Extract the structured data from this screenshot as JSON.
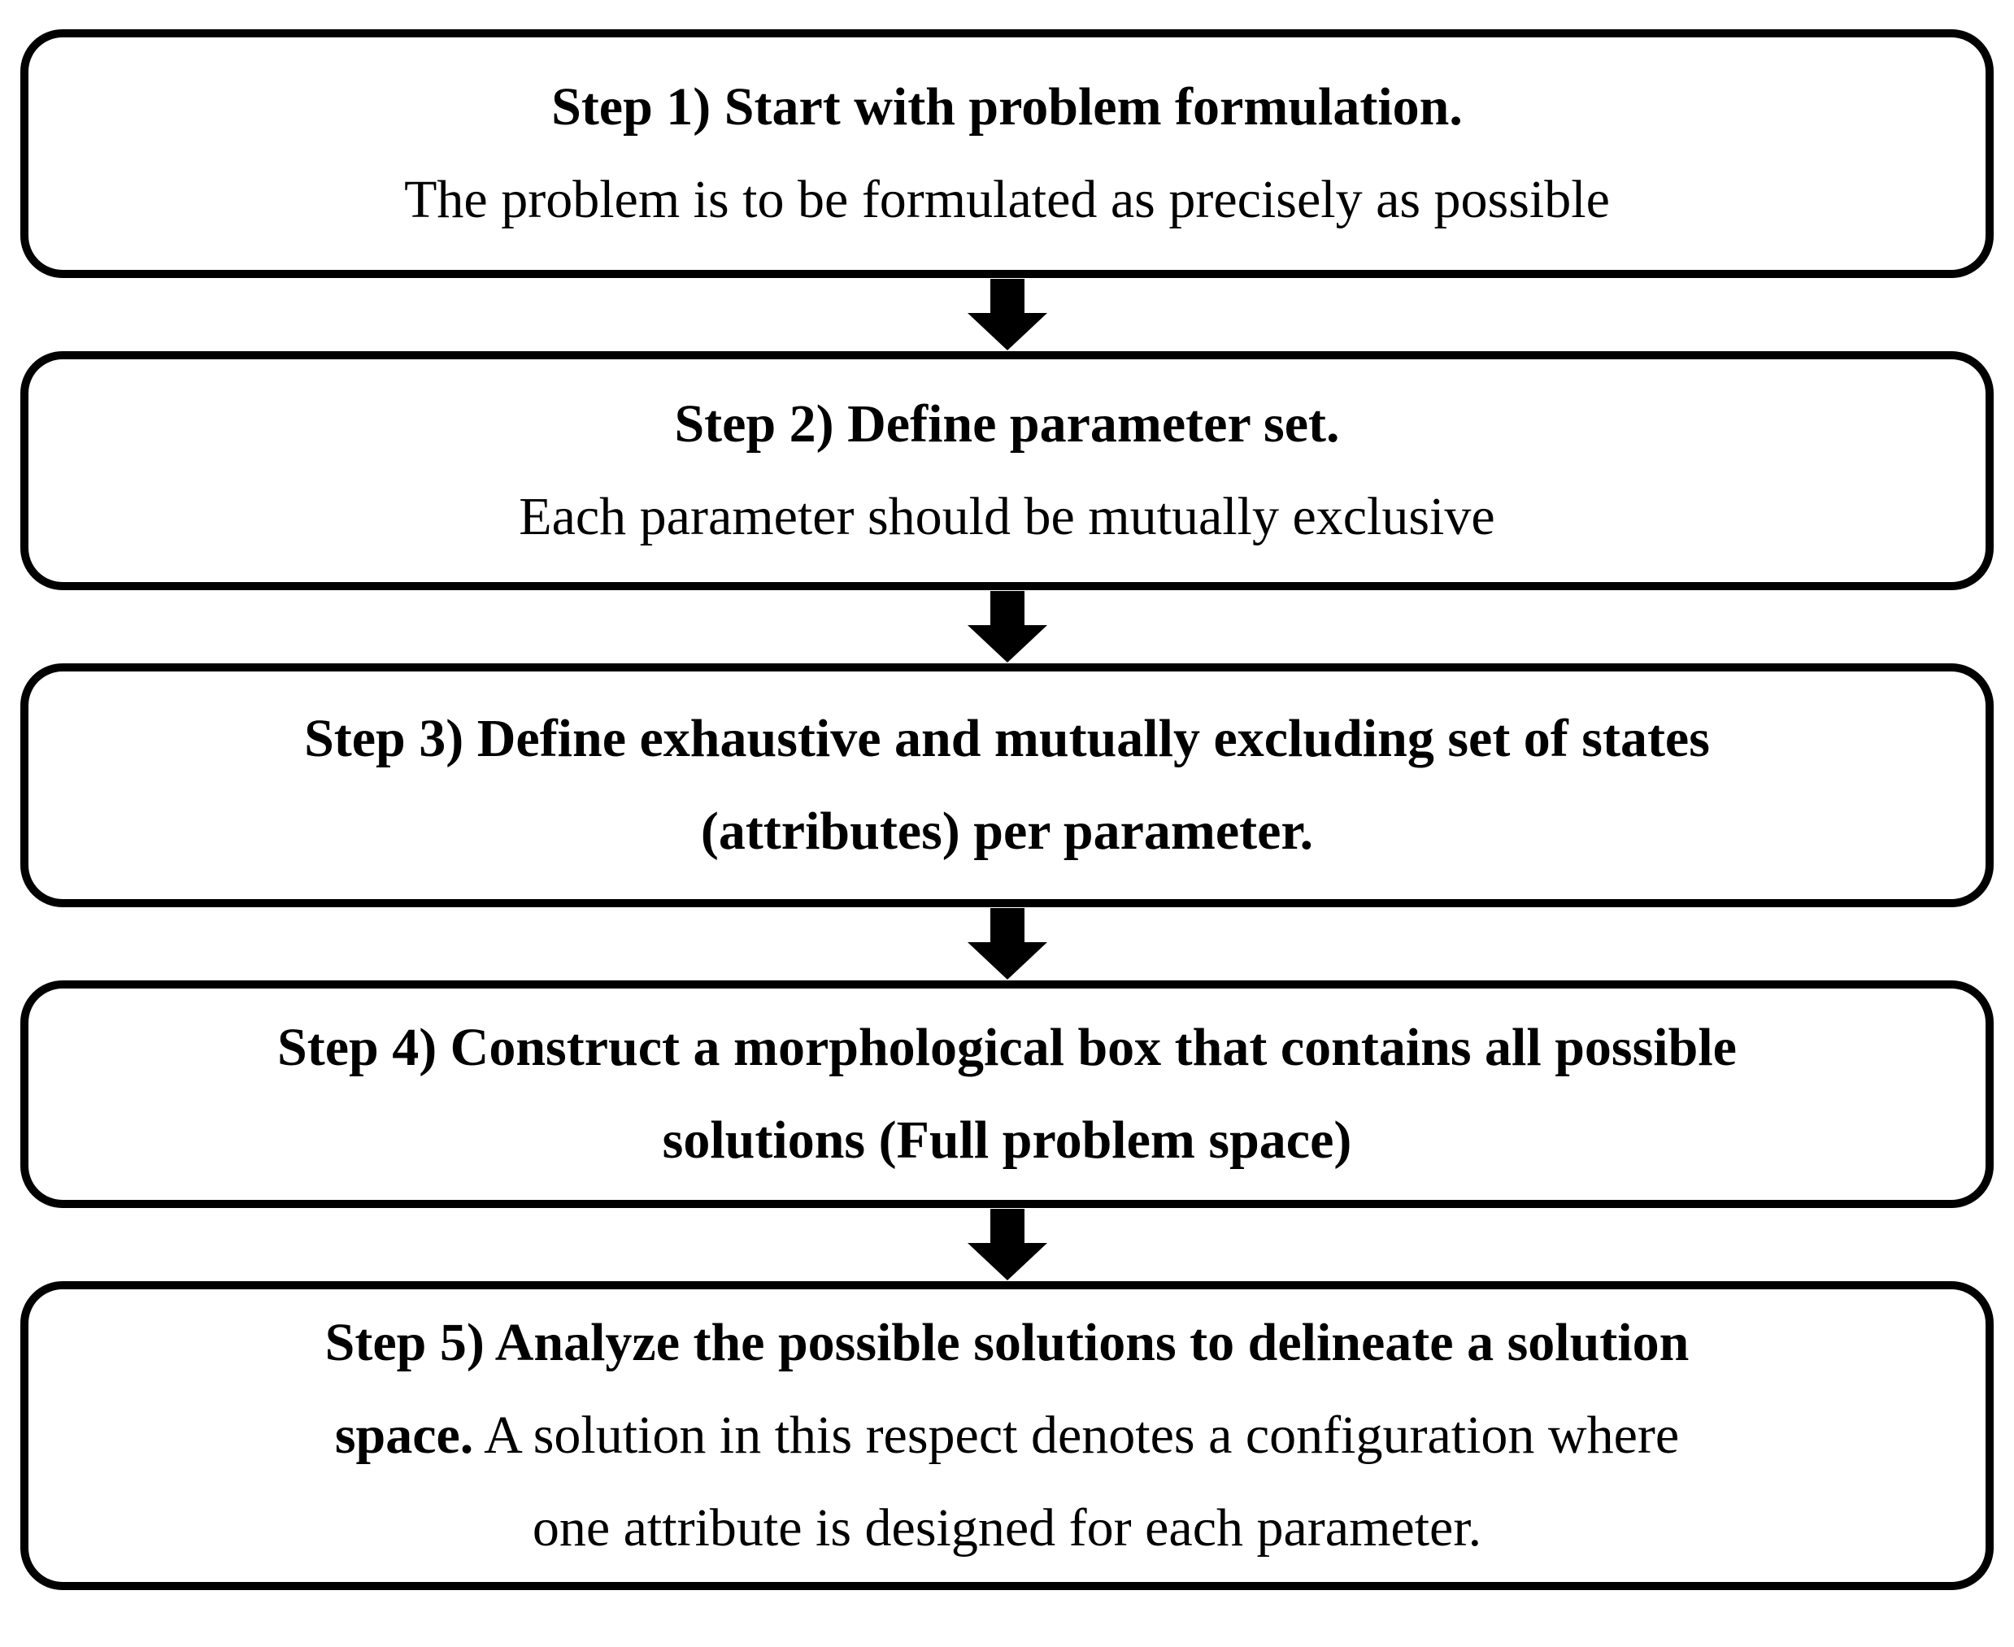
{
  "figure": {
    "type": "flowchart",
    "background_color": "#ffffff",
    "line_color": "#000000",
    "text_color": "#000000"
  },
  "steps": [
    {
      "name": "step-1",
      "lines": [
        {
          "bold": "Step 1) Start with problem formulation."
        },
        {
          "regular": "The problem is to be formulated as precisely as possible"
        }
      ]
    },
    {
      "name": "step-2",
      "lines": [
        {
          "bold": "Step 2) Define parameter set."
        },
        {
          "regular": "Each parameter should be mutually exclusive"
        }
      ]
    },
    {
      "name": "step-3",
      "lines": [
        {
          "bold": "Step 3) Define exhaustive and mutually excluding set of states"
        },
        {
          "bold": "(attributes) per parameter."
        }
      ]
    },
    {
      "name": "step-4",
      "lines": [
        {
          "bold": "Step 4) Construct a morphological box that contains all possible"
        },
        {
          "bold": "solutions (Full problem space)"
        }
      ]
    },
    {
      "name": "step-5",
      "lines": [
        {
          "bold": "Step 5) Analyze the possible solutions to delineate a solution"
        },
        {
          "bold": "space.",
          "regular": " A solution in this respect denotes a configuration where"
        },
        {
          "regular": "one attribute is designed for each parameter."
        }
      ]
    }
  ],
  "connectors": {
    "icon": "down-arrow",
    "color": "#000000",
    "count": 4
  }
}
